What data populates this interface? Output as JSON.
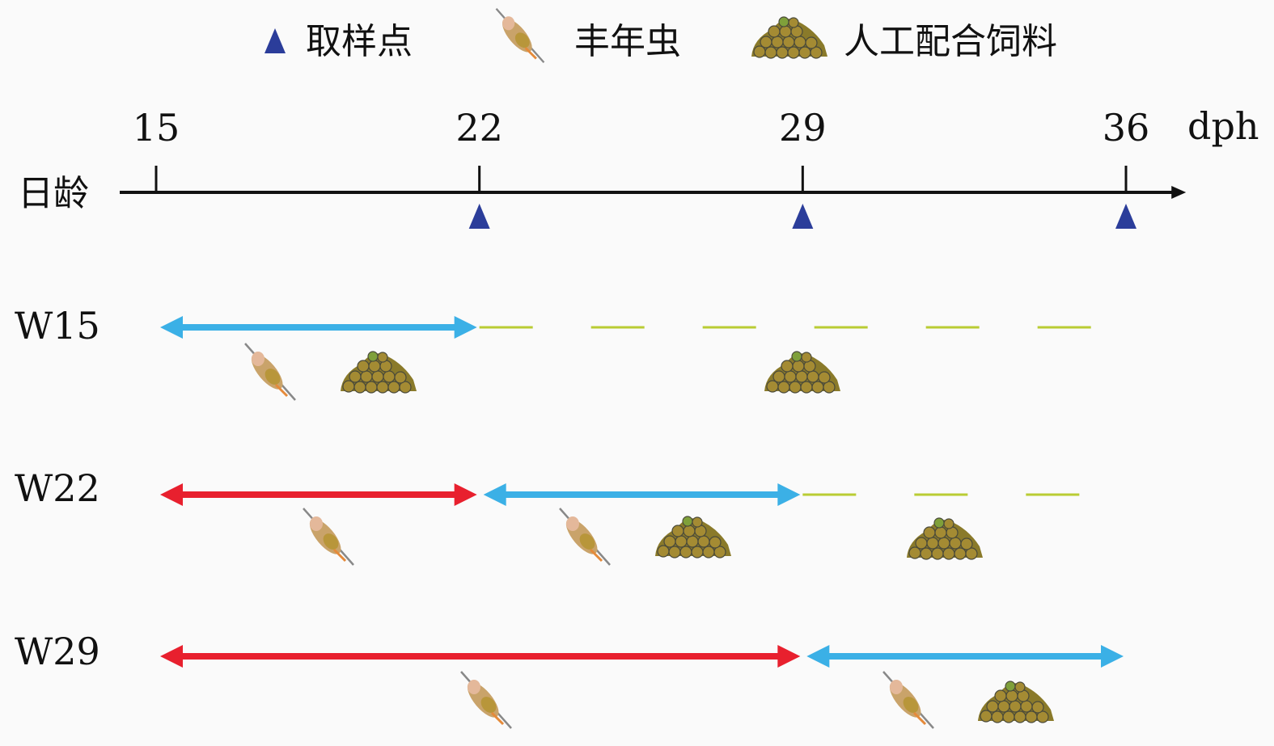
{
  "legend": {
    "sampling_point": "取样点",
    "artemia": "丰年虫",
    "formula_feed": "人工配合饲料"
  },
  "axis": {
    "label": "日龄",
    "unit": "dph",
    "ticks": [
      "15",
      "22",
      "29",
      "36"
    ],
    "tick_days": [
      15,
      22,
      29,
      36
    ],
    "sampling_days": [
      22,
      29,
      36
    ],
    "end_day": 37.3
  },
  "rows": [
    {
      "label": "W15",
      "segments": [
        {
          "from": 15,
          "to": 22,
          "kind": "weaning"
        },
        {
          "from": 22,
          "to": 35.5,
          "kind": "feed-only"
        }
      ]
    },
    {
      "label": "W22",
      "segments": [
        {
          "from": 15,
          "to": 22,
          "kind": "artemia"
        },
        {
          "from": 22,
          "to": 29,
          "kind": "weaning"
        },
        {
          "from": 29,
          "to": 35.3,
          "kind": "feed-only"
        }
      ]
    },
    {
      "label": "W29",
      "segments": [
        {
          "from": 15,
          "to": 29,
          "kind": "artemia"
        },
        {
          "from": 29,
          "to": 36,
          "kind": "weaning"
        }
      ]
    }
  ],
  "colors": {
    "artemia": "#e8202e",
    "weaning": "#3bb0e6",
    "feed-only": "#b9cc33",
    "triangle": "#2b3d9a",
    "axis": "#111111"
  }
}
